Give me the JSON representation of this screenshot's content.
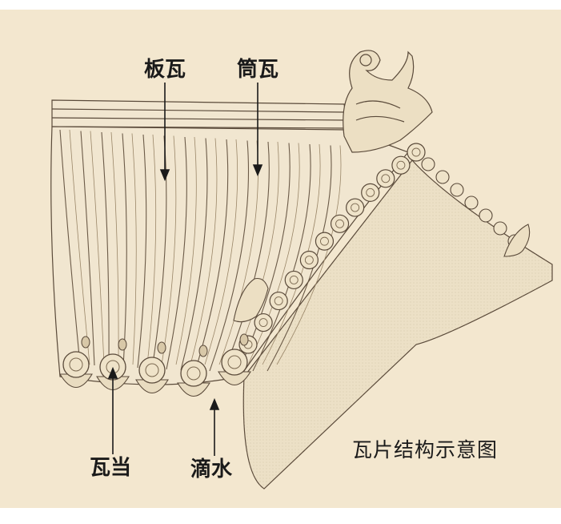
{
  "labels": {
    "banwa": "板瓦",
    "tongwa": "筒瓦",
    "wadang": "瓦当",
    "dishui": "滴水"
  },
  "title": "瓦片结构示意图",
  "colors": {
    "paper": "#f3e7cf",
    "line": "#5a4a3a",
    "tile_fill": "#f1e6d0",
    "shade": "#c9b89a",
    "wall": "#ece0c6",
    "text": "#1a1a1a"
  }
}
